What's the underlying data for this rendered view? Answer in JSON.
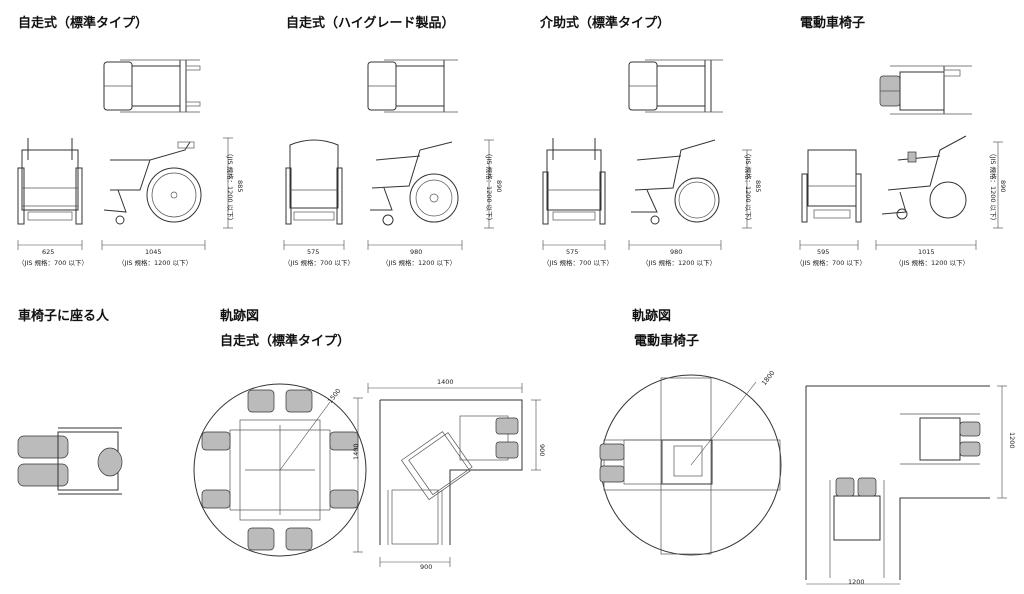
{
  "sections": [
    {
      "title": "自走式（標準タイプ）",
      "width": "625",
      "width_note": "（JIS 規格：700 以下）",
      "length": "1045",
      "length_note": "（JIS 規格：1200 以下）",
      "height": "885",
      "height_note": "（JIS 規格：1200 以下）"
    },
    {
      "title": "自走式（ハイグレード製品）",
      "width": "575",
      "width_note": "（JIS 規格：700 以下）",
      "length": "980",
      "length_note": "（JIS 規格：1200 以下）",
      "height": "890",
      "height_note": "（JIS 規格：1200 以下）"
    },
    {
      "title": "介助式（標準タイプ）",
      "width": "575",
      "width_note": "（JIS 規格：700 以下）",
      "length": "980",
      "length_note": "（JIS 規格：1200 以下）",
      "height": "885",
      "height_note": "（JIS 規格：1200 以下）"
    },
    {
      "title": "電動車椅子",
      "width": "595",
      "width_note": "（JIS 規格：700 以下）",
      "length": "1015",
      "length_note": "（JIS 規格：1200 以下）",
      "height": "890",
      "height_note": "（JIS 規格：1200 以下）"
    }
  ],
  "person": {
    "title": "車椅子に座る人"
  },
  "trajectory_standard": {
    "title": "軌跡図",
    "subtitle": "自走式（標準タイプ）",
    "circle_dim": "1500",
    "width": "1400",
    "depth": "1400",
    "corridor": "900",
    "corridor_bottom": "900"
  },
  "trajectory_electric": {
    "title": "軌跡図",
    "subtitle": "電動車椅子",
    "circle_dim": "1800",
    "corridor_side": "1200",
    "corridor_bottom": "1200"
  }
}
